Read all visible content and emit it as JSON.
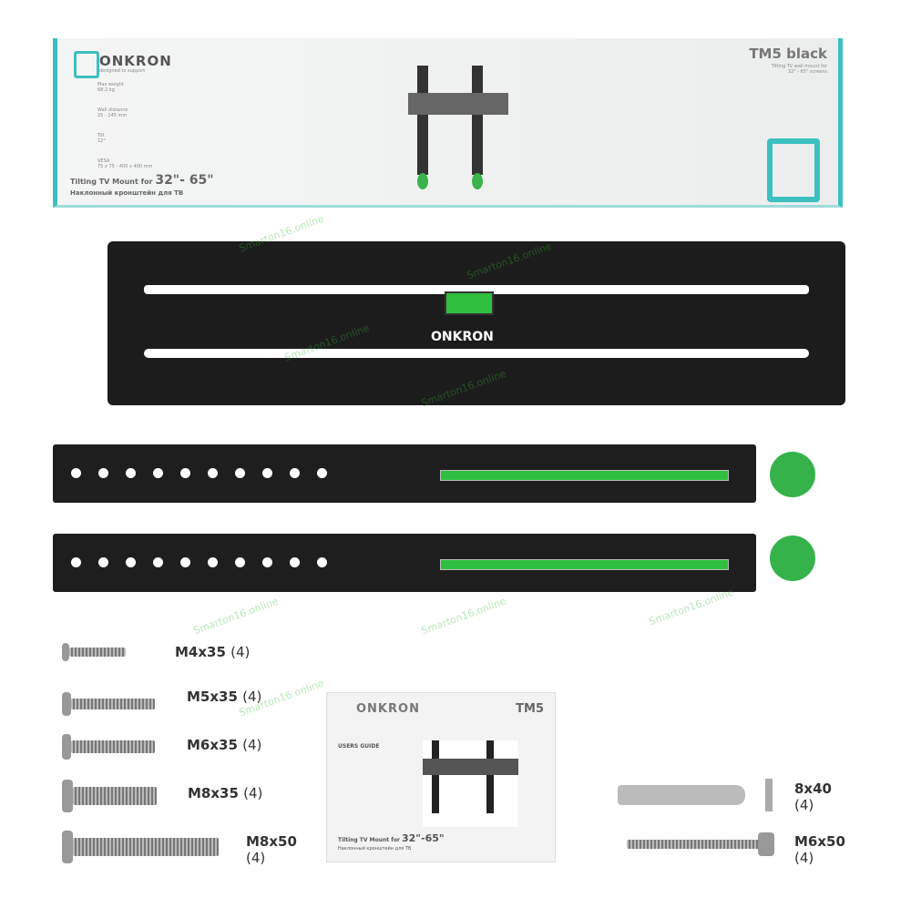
{
  "box": {
    "brand": "ONKRON",
    "tagline": "designed to support",
    "model": "TM5 black",
    "model_sub": "Tilting TV wall mount for 32\" - 65\" screens",
    "specs": [
      {
        "label": "Max weight",
        "value": "68.2 kg"
      },
      {
        "label": "Wall distance",
        "value": "25 - 145 mm"
      },
      {
        "label": "Tilt",
        "value": "12°"
      },
      {
        "label": "VESA",
        "value": "75 x 75 - 400 x 400 mm"
      }
    ],
    "title_en": "Tilting TV Mount for",
    "title_size": "32\"- 65\"",
    "title_ru": "Наклонный кронштейн для ТВ"
  },
  "plate": {
    "brand": "ONKRON"
  },
  "screws": [
    {
      "size": "M4x35",
      "qty": "(4)"
    },
    {
      "size": "M5x35",
      "qty": "(4)"
    },
    {
      "size": "M6x35",
      "qty": "(4)"
    },
    {
      "size": "M8x35",
      "qty": "(4)"
    },
    {
      "size": "M8x50",
      "qty": "(4)"
    }
  ],
  "anchors": [
    {
      "size": "8x40",
      "qty": "(4)"
    },
    {
      "size": "M6x50",
      "qty": "(4)"
    }
  ],
  "manual": {
    "brand": "ONKRON",
    "model": "TM5",
    "guide": "USERS GUIDE",
    "title_en": "Tilting TV Mount for",
    "title_size": "32\"-65\"",
    "title_ru": "Наклонный кронштейн для ТВ"
  },
  "watermark": "Smarton16.online"
}
